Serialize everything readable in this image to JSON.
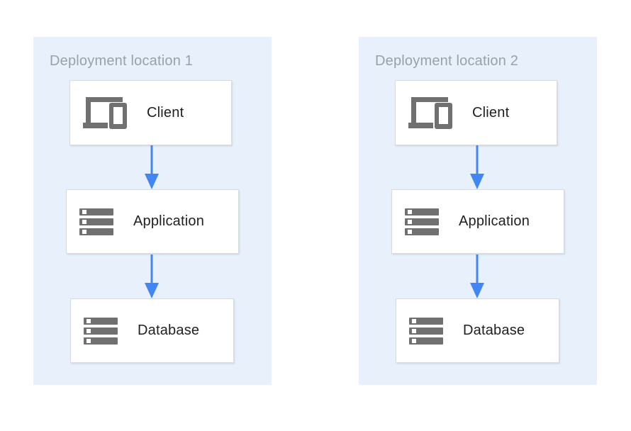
{
  "diagram": {
    "description": "Two identical deployment stacks shown side by side",
    "flow": [
      "Client",
      "Application",
      "Database"
    ]
  },
  "colors": {
    "page_bg": "#ffffff",
    "panel_bg": "#e8f1fb",
    "node_bg": "#ffffff",
    "node_border": "#d8dbde",
    "arrow_blue": "#4285f4",
    "icon_gray": "#707070",
    "title_gray": "#9aa0a6",
    "label_text": "#212121"
  },
  "panels": [
    {
      "title": "Deployment location 1",
      "nodes": [
        {
          "label": "Client",
          "icon": "devices-icon"
        },
        {
          "label": "Application",
          "icon": "server-stack-icon"
        },
        {
          "label": "Database",
          "icon": "server-stack-icon"
        }
      ]
    },
    {
      "title": "Deployment location 2",
      "nodes": [
        {
          "label": "Client",
          "icon": "devices-icon"
        },
        {
          "label": "Application",
          "icon": "server-stack-icon"
        },
        {
          "label": "Database",
          "icon": "server-stack-icon"
        }
      ]
    }
  ]
}
